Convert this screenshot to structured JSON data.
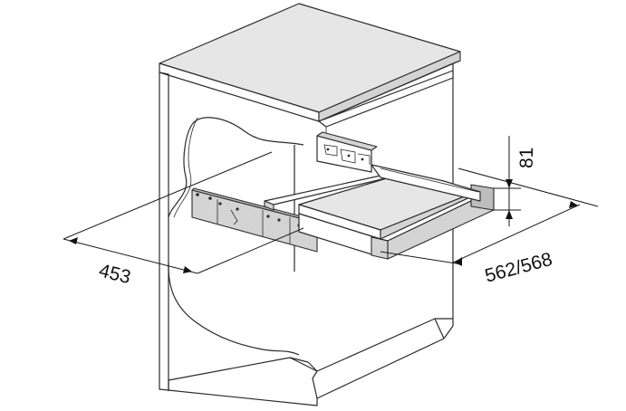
{
  "dimensions": {
    "depth_label": "453",
    "width_label": "562/568",
    "height_label": "81"
  },
  "colors": {
    "line": "#2b2b2b",
    "fill_light": "#e6e6e6",
    "fill_mid": "#d4d4d4",
    "fill_dark": "#bdbdbd"
  }
}
